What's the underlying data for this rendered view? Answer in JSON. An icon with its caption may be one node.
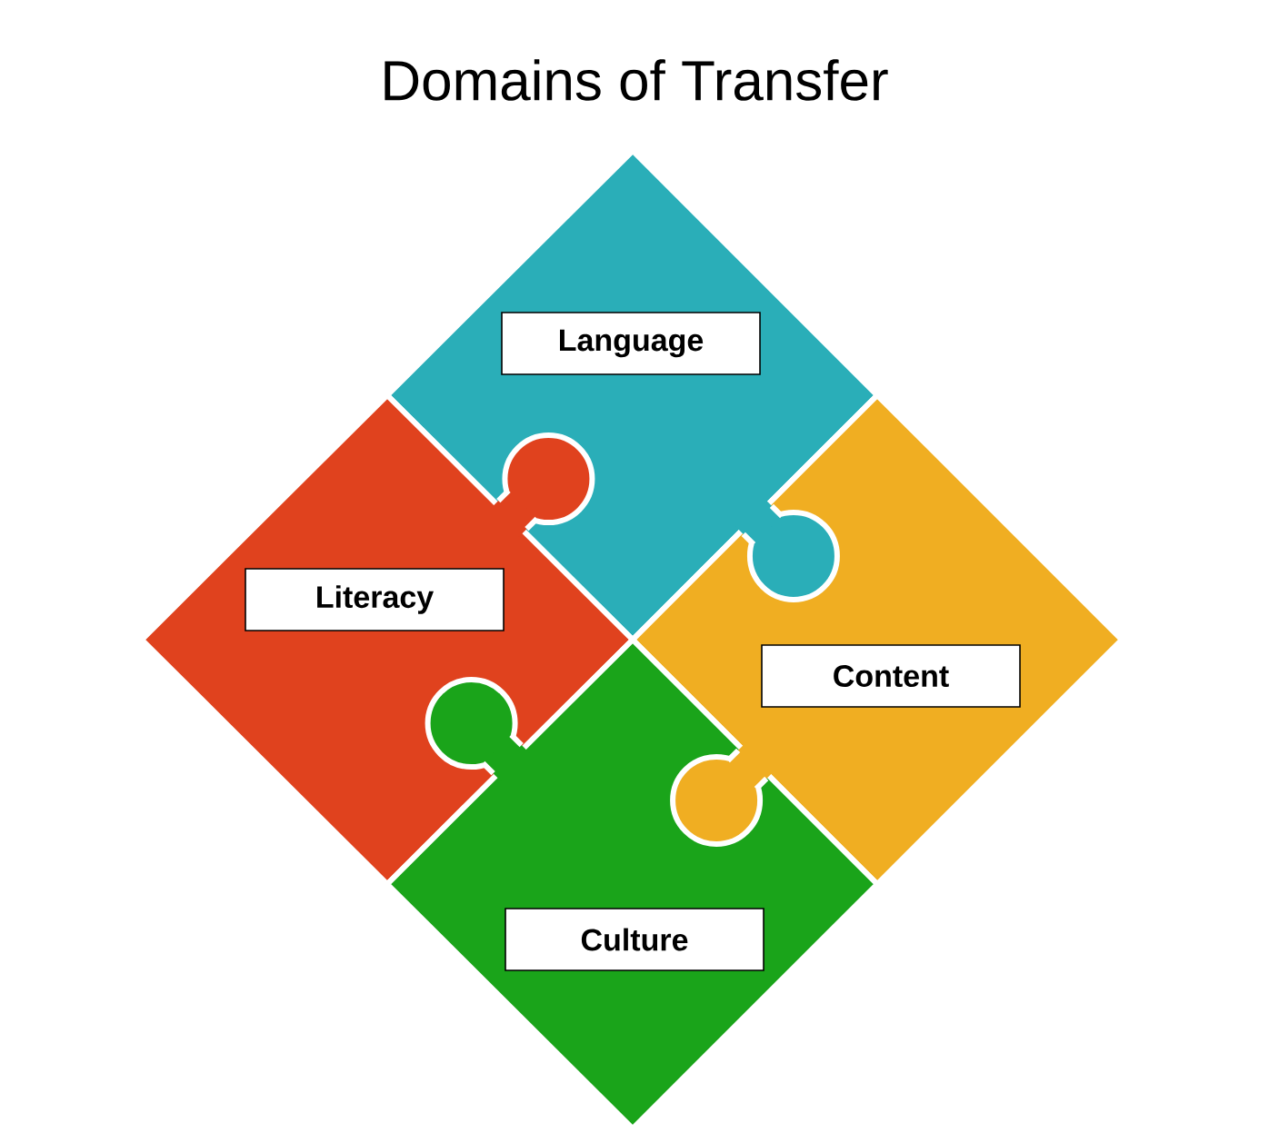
{
  "diagram": {
    "title": "Domains of Transfer",
    "nodes": [
      {
        "text": [
          "Language"
        ]
      },
      {
        "text": [
          "Literacy"
        ]
      },
      {
        "text": [
          "Content"
        ]
      },
      {
        "text": [
          "Culture"
        ]
      }
    ]
  }
}
